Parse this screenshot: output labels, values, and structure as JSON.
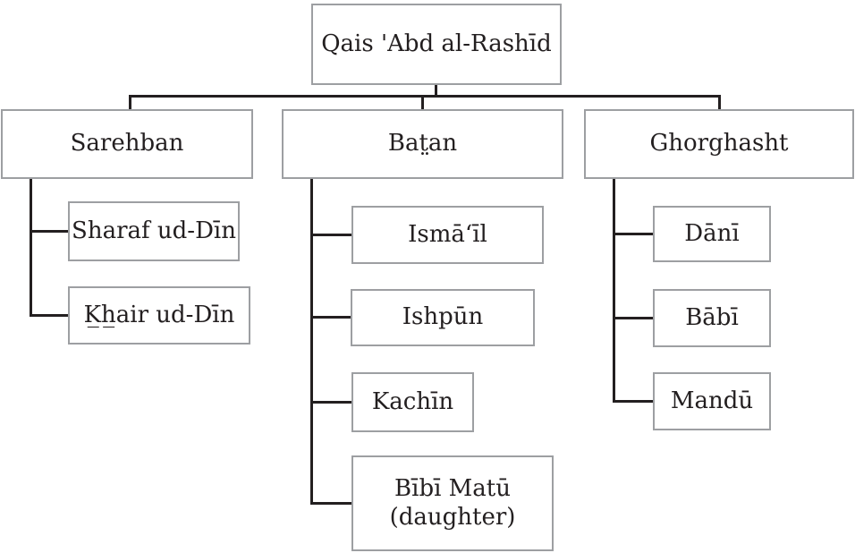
{
  "colors": {
    "background": "#ffffff",
    "box_border": "#9d9fa2",
    "connector_line": "#231f20",
    "text": "#231f20"
  },
  "tree": {
    "root": {
      "label": "Qais 'Abd al-Rashīd",
      "children": [
        {
          "label": "Sarehban",
          "children": [
            {
              "label": "Sharaf ud-Dīn"
            },
            {
              "label": "K̲h̲air ud-Dīn"
            }
          ]
        },
        {
          "label": "Bat̤an",
          "children": [
            {
              "label": "Ismāʻīl"
            },
            {
              "label": "Ishpūn"
            },
            {
              "label": "Kachīn"
            },
            {
              "label": "Bībī Matū\n(daughter)"
            }
          ]
        },
        {
          "label": "Ghorghasht",
          "children": [
            {
              "label": "Dānī"
            },
            {
              "label": "Bābī"
            },
            {
              "label": "Mandū"
            }
          ]
        }
      ]
    }
  }
}
